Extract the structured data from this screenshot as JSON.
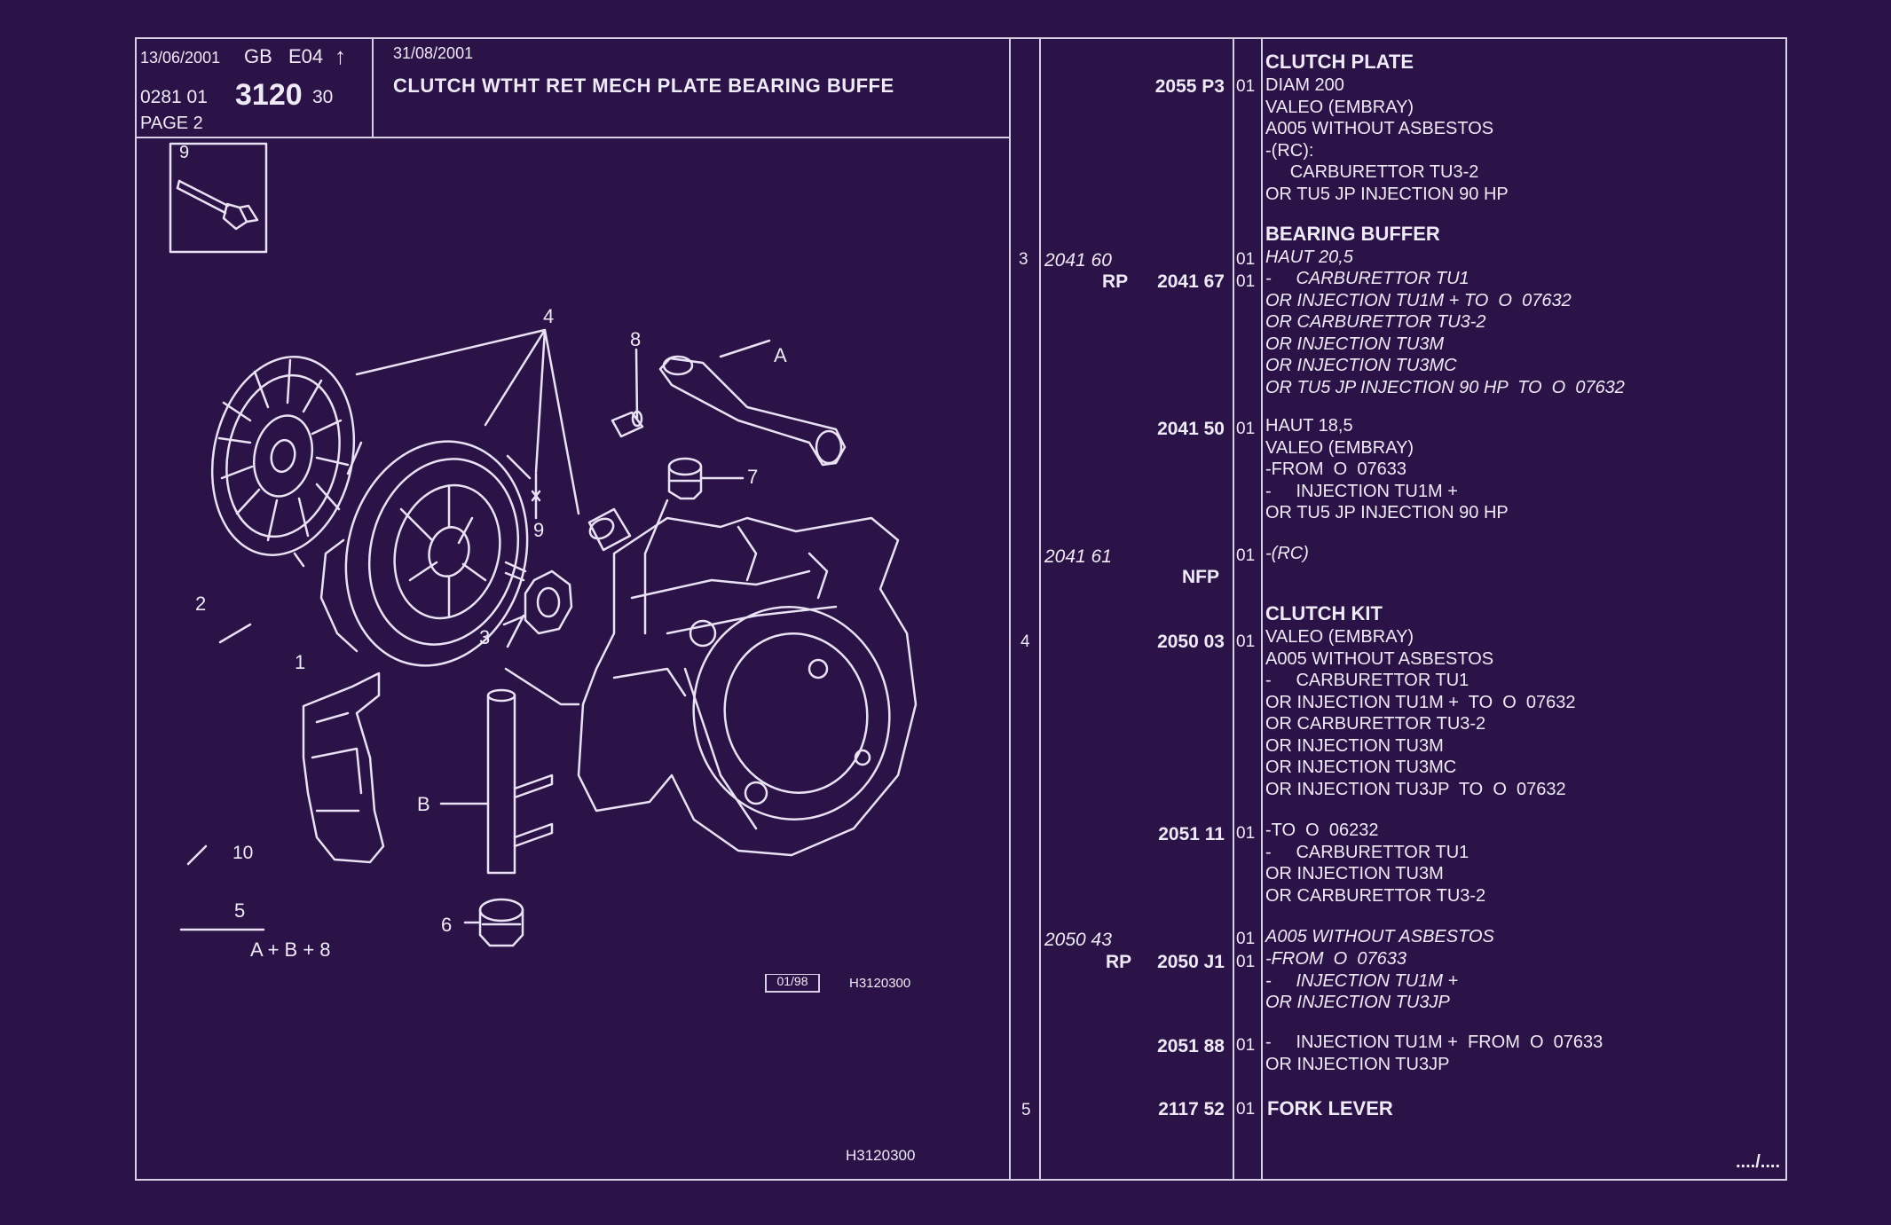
{
  "header": {
    "date_left": "13/06/2001",
    "region": "GB",
    "edition": "E04",
    "arrow": "↑",
    "ref_prefix": "0281 01",
    "ref_group": "3120",
    "ref_suffix": "30",
    "page": "PAGE 2",
    "date_right": "31/08/2001",
    "title": "CLUTCH WTHT RET MECH PLATE BEARING BUFFE"
  },
  "diagram": {
    "inset_label": "9",
    "callouts": {
      "c4": "4",
      "c8": "8",
      "cA": "A",
      "c7": "7",
      "c9": "9",
      "c2": "2",
      "c3": "3",
      "c1": "1",
      "cB": "B",
      "c10": "10",
      "c6": "6",
      "c5": "5",
      "formula": "A + B + 8"
    },
    "stamp_box": "01/98",
    "stamp_code": "H3120300",
    "figure_code": "H3120300"
  },
  "rows": {
    "r1": {
      "code": "2055 P3",
      "qty": "01",
      "heading": "CLUTCH PLATE",
      "text": "DIAM 200\nVALEO (EMBRAY)\nA005 WITHOUT ASBESTOS\n-(RC):\n     CARBURETTOR TU3-2\nOR TU5 JP INJECTION 90 HP"
    },
    "r2": {
      "idx": "3",
      "alt_code": "2041 60",
      "alt_qty": "01",
      "heading": "BEARING BUFFER",
      "alt_text": "HAUT 20,5"
    },
    "r3": {
      "rp": "RP",
      "code": "2041 67",
      "qty": "01",
      "text": "-     CARBURETTOR TU1\nOR INJECTION TU1M + TO  O  07632\nOR CARBURETTOR TU3-2\nOR INJECTION TU3M\nOR INJECTION TU3MC\nOR TU5 JP INJECTION 90 HP  TO  O  07632"
    },
    "r4": {
      "code": "2041 50",
      "qty": "01",
      "text": "HAUT 18,5\nVALEO (EMBRAY)\n-FROM  O  07633\n-     INJECTION TU1M +\nOR TU5 JP INJECTION 90 HP"
    },
    "r5": {
      "alt_code": "2041 61",
      "qty": "01",
      "text": "-(RC)",
      "nfp": "NFP"
    },
    "r6": {
      "idx": "4",
      "code": "2050 03",
      "qty": "01",
      "heading": "CLUTCH KIT",
      "text": "VALEO (EMBRAY)\nA005 WITHOUT ASBESTOS\n-     CARBURETTOR TU1\nOR INJECTION TU1M +  TO  O  07632\nOR CARBURETTOR TU3-2\nOR INJECTION TU3M\nOR INJECTION TU3MC\nOR INJECTION TU3JP  TO  O  07632"
    },
    "r7": {
      "code": "2051 11",
      "qty": "01",
      "text": "-TO  O  06232\n-     CARBURETTOR TU1\nOR INJECTION TU3M\nOR CARBURETTOR TU3-2"
    },
    "r8": {
      "alt_code": "2050 43",
      "alt_qty": "01",
      "alt_text": "A005 WITHOUT ASBESTOS"
    },
    "r9": {
      "rp": "RP",
      "code": "2050 J1",
      "qty": "01",
      "text": "-FROM  O  07633\n-     INJECTION TU1M +\nOR INJECTION TU3JP"
    },
    "r10": {
      "code": "2051 88",
      "qty": "01",
      "text": "-     INJECTION TU1M +  FROM  O  07633\nOR INJECTION TU3JP"
    },
    "r11": {
      "idx": "5",
      "code": "2117 52",
      "qty": "01",
      "heading": "FORK LEVER"
    }
  },
  "footer": {
    "continue": "..../...."
  }
}
